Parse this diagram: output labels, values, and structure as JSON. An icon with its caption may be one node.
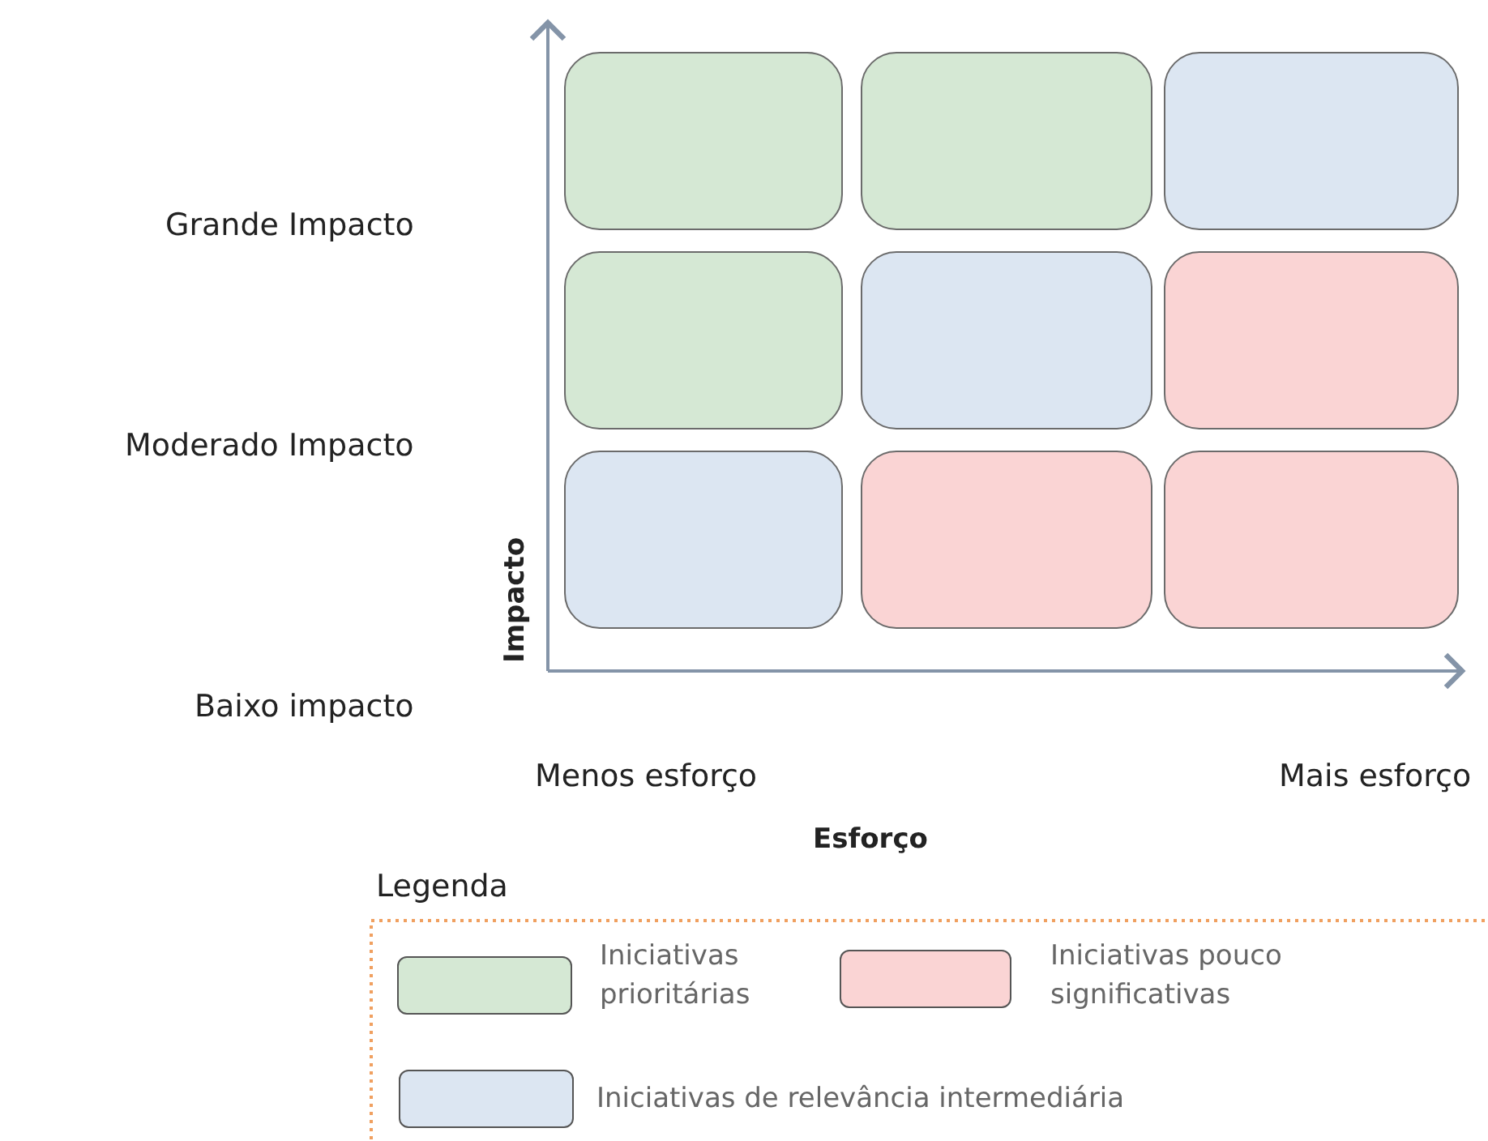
{
  "diagram": {
    "nodes": [
      {
        "text": [],
        "shape": "box"
      },
      {
        "text": [],
        "shape": "box"
      },
      {
        "text": [],
        "shape": "box"
      },
      {
        "text": [],
        "shape": "box"
      },
      {
        "text": [],
        "shape": "box"
      },
      {
        "text": [],
        "shape": "box"
      },
      {
        "text": [],
        "shape": "box"
      },
      {
        "text": [],
        "shape": "box"
      },
      {
        "text": [],
        "shape": "box"
      }
    ],
    "edges": [],
    "labels": [
      "Grande Impacto",
      "Moderado Impacto",
      "Impacto",
      "Baixo impacto",
      "Menos esforço",
      "Mais esforço",
      "Esforço",
      "Legenda"
    ],
    "legend": [
      {
        "text": "Iniciativas prioritárias",
        "color": "#d5e8d4"
      },
      {
        "text": "Iniciativas pouco significativas",
        "color": "#fad4d4"
      },
      {
        "text": "Iniciativas de relevância intermediária",
        "color": "#dce6f2"
      }
    ]
  }
}
